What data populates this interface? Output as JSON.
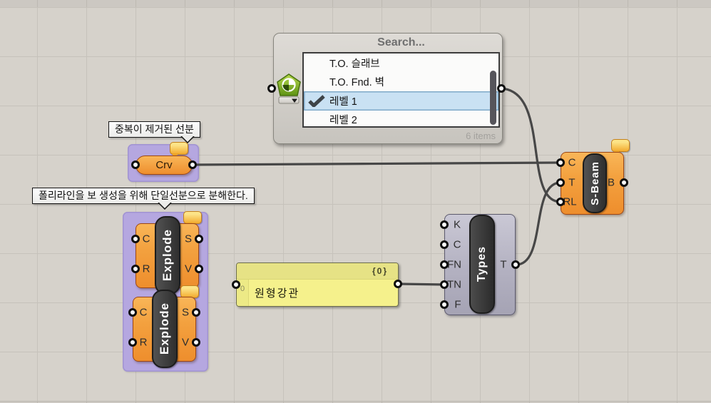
{
  "colors": {
    "canvas_bg": "#d6d2cb",
    "grid_line": "#c6c2bb",
    "component_orange": "#f19b3a",
    "component_gray": "#b3b1c1",
    "group_purple": "#b5a7e0",
    "panel_yellow": "#f5f18c",
    "selection_blue": "#c9e1f3",
    "wire_gray": "#474747",
    "balloon_yellow": "#f3ab2e",
    "badge_green": "#8fbf2f"
  },
  "value_list": {
    "title": "Search...",
    "items": [
      {
        "label": "T.O. 슬래브"
      },
      {
        "label": "T.O. Fnd. 벽"
      },
      {
        "label": "레벨 1"
      },
      {
        "label": "레벨 2"
      }
    ],
    "selected_index": 2,
    "footer": "6 items",
    "dropdown_arrow": "▾"
  },
  "notes": {
    "crv_note": "중복이 제거된 선분",
    "explode_note": "폴리라인을 보 생성을 위해 단일선분으로 분해한다."
  },
  "components": {
    "crv": {
      "label": "Crv"
    },
    "explode_top": {
      "label": "Explode",
      "inputs": [
        "C",
        "R"
      ],
      "outputs": [
        "S",
        "V"
      ]
    },
    "explode_bottom": {
      "label": "Explode",
      "inputs": [
        "C",
        "R"
      ],
      "outputs": [
        "S",
        "V"
      ]
    },
    "types": {
      "label": "Types",
      "inputs": [
        "K",
        "C",
        "FN",
        "TN",
        "F"
      ],
      "outputs": [
        "T"
      ]
    },
    "s_beam": {
      "label": "S-Beam",
      "inputs": [
        "C",
        "T",
        "RL"
      ],
      "outputs": [
        "B"
      ]
    }
  },
  "panel": {
    "branch_path": "{0}",
    "line_index": "0",
    "text": "원형강관"
  }
}
